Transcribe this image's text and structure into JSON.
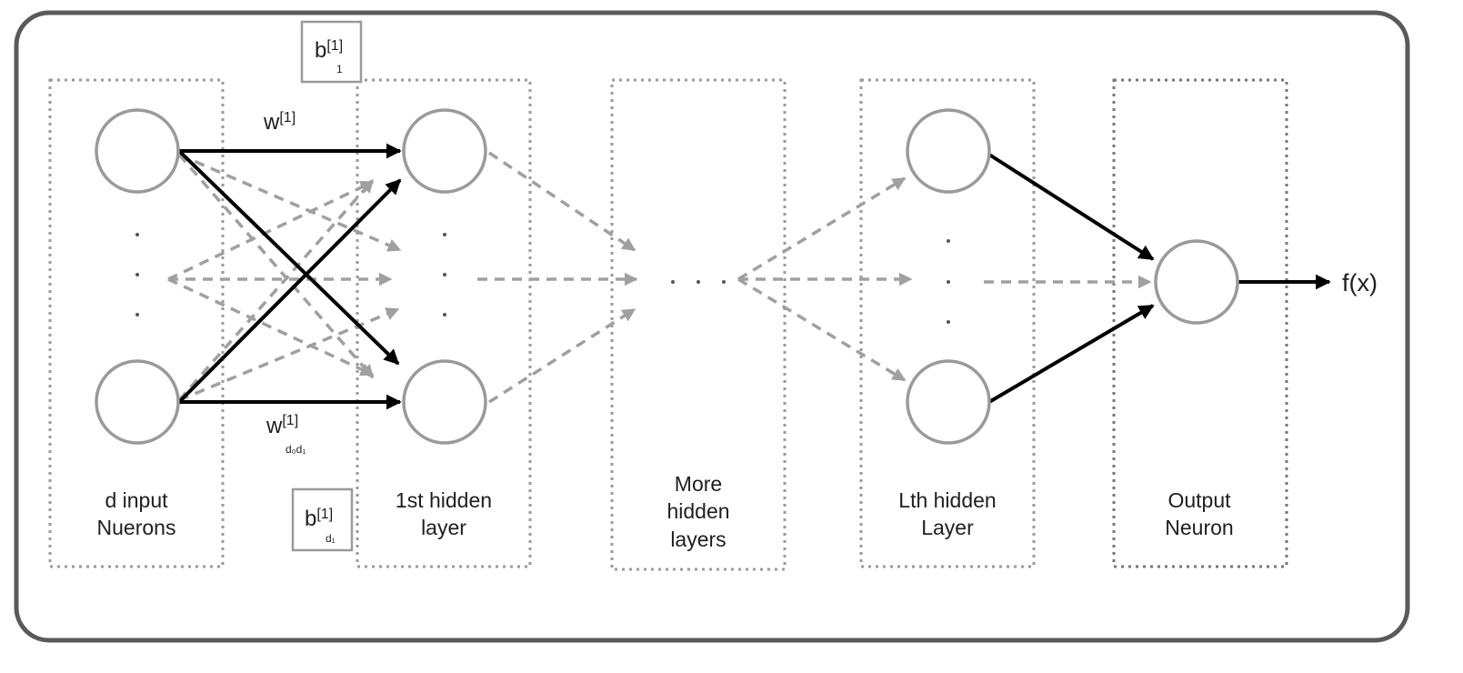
{
  "layers": {
    "input": {
      "line1": "d input",
      "line2": "Nuerons"
    },
    "hidden1": {
      "line1": "1st hidden",
      "line2": "layer"
    },
    "more": {
      "line1": "More",
      "line2": "hidden",
      "line3": "layers"
    },
    "hiddenL": {
      "line1": "Lth hidden",
      "line2": "Layer"
    },
    "output": {
      "line1": "Output",
      "line2": "Neuron"
    }
  },
  "labels": {
    "w_top": {
      "base": "w",
      "sup": "[1]"
    },
    "w_bottom": {
      "base": "w",
      "sup": "[1]",
      "sub": "d₀d₁"
    },
    "b_top": {
      "base": "b",
      "sup": "[1]",
      "sub": "1"
    },
    "b_bottom": {
      "base": "b",
      "sup": "[1]",
      "sub": "d₁"
    },
    "output_fn": "f(x)"
  },
  "colors": {
    "frame": "#5a5a5a",
    "neuron": "#9a9a9a",
    "solid_arrow": "#000000",
    "dashed_arrow": "#a0a0a0",
    "layer_box": "#9a9a9a",
    "dots": "#555555"
  }
}
